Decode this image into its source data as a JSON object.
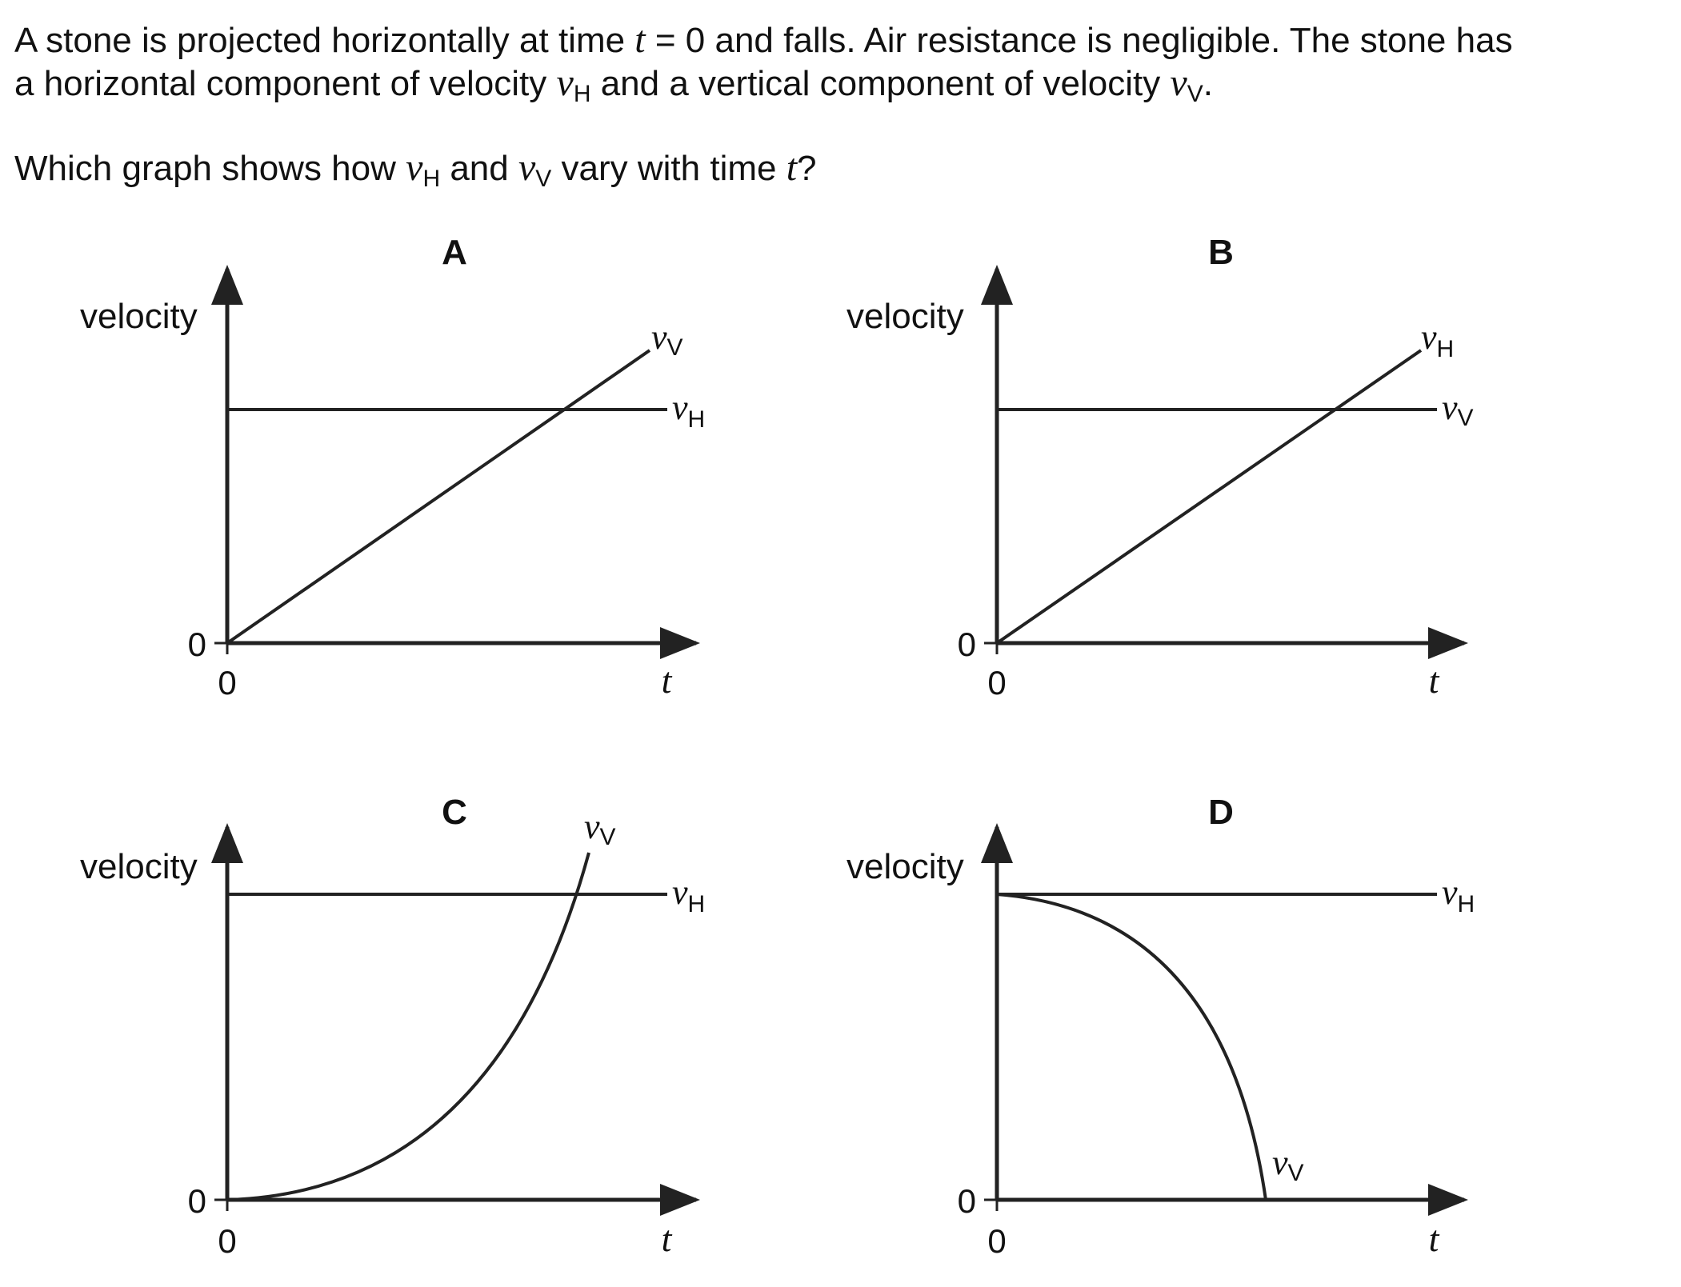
{
  "question": {
    "line1": [
      "A stone is projected horizontally at time ",
      "t",
      " = 0 and falls. Air resistance is negligible. The stone has"
    ],
    "line2": [
      "a horizontal component of velocity ",
      "v",
      "H",
      " and a vertical component of velocity ",
      "v",
      "V",
      "."
    ],
    "line3": [
      "Which graph shows how ",
      "v",
      "H",
      " and ",
      "v",
      "V",
      " vary with time ",
      "t",
      "?"
    ]
  },
  "graphs": [
    {
      "label": "A",
      "y_axis_label": "velocity",
      "x_axis_label": "t",
      "origin_x": "0",
      "origin_y": "0",
      "lines": [
        {
          "name_main": "v",
          "name_sub": "V",
          "shape": "linear-increasing"
        },
        {
          "name_main": "v",
          "name_sub": "H",
          "shape": "constant"
        }
      ]
    },
    {
      "label": "B",
      "y_axis_label": "velocity",
      "x_axis_label": "t",
      "origin_x": "0",
      "origin_y": "0",
      "lines": [
        {
          "name_main": "v",
          "name_sub": "H",
          "shape": "linear-increasing"
        },
        {
          "name_main": "v",
          "name_sub": "V",
          "shape": "constant"
        }
      ]
    },
    {
      "label": "C",
      "y_axis_label": "velocity",
      "x_axis_label": "t",
      "origin_x": "0",
      "origin_y": "0",
      "lines": [
        {
          "name_main": "v",
          "name_sub": "V",
          "shape": "curve-increasing"
        },
        {
          "name_main": "v",
          "name_sub": "H",
          "shape": "constant"
        }
      ]
    },
    {
      "label": "D",
      "y_axis_label": "velocity",
      "x_axis_label": "t",
      "origin_x": "0",
      "origin_y": "0",
      "lines": [
        {
          "name_main": "v",
          "name_sub": "H",
          "shape": "constant"
        },
        {
          "name_main": "v",
          "name_sub": "V",
          "shape": "curve-decreasing"
        }
      ]
    }
  ]
}
